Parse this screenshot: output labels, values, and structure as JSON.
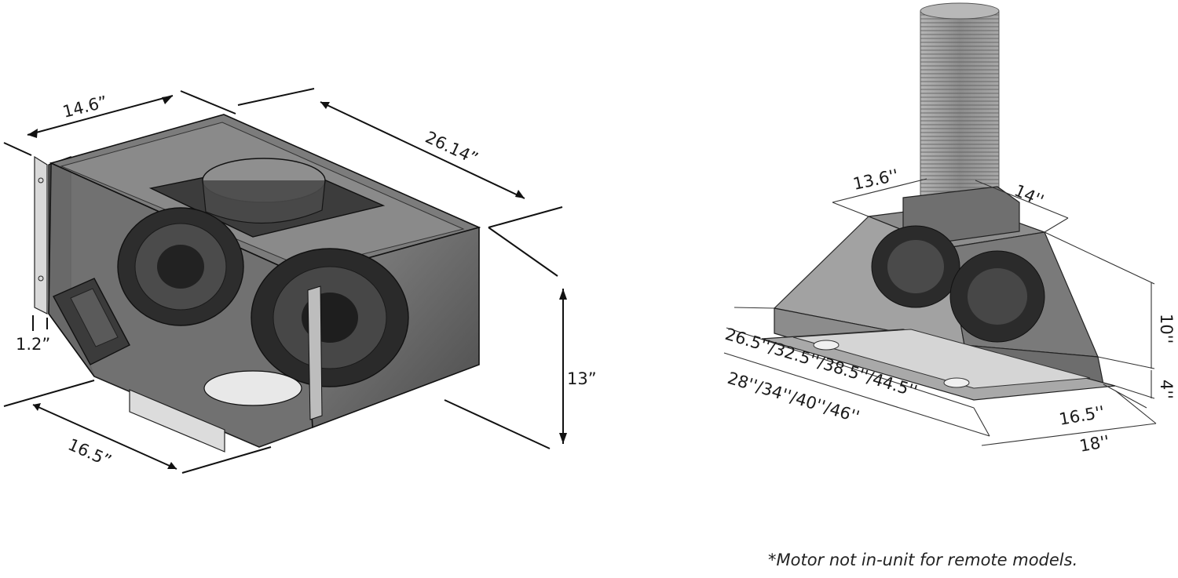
{
  "left_diagram": {
    "dims": {
      "width": "14.6”",
      "length": "26.14”",
      "height": "13”",
      "depth": "16.5”",
      "flange": "1.2”"
    }
  },
  "right_diagram": {
    "dims": {
      "duct_depth": "13.6''",
      "duct_width": "14''",
      "height": "10''",
      "rim": "4''",
      "inner_depth": "16.5''",
      "outer_depth": "18''",
      "inner_widths": "26.5''/32.5''/38.5''/44.5''",
      "outer_widths": "28''/34''/40''/46''"
    }
  },
  "footnote": "*Motor not in-unit for remote models.",
  "colors": {
    "line": "#111111",
    "body_fill": "#6e6e6e",
    "body_dark": "#3a3a3a",
    "duct_fill": "#9a9a9a"
  }
}
